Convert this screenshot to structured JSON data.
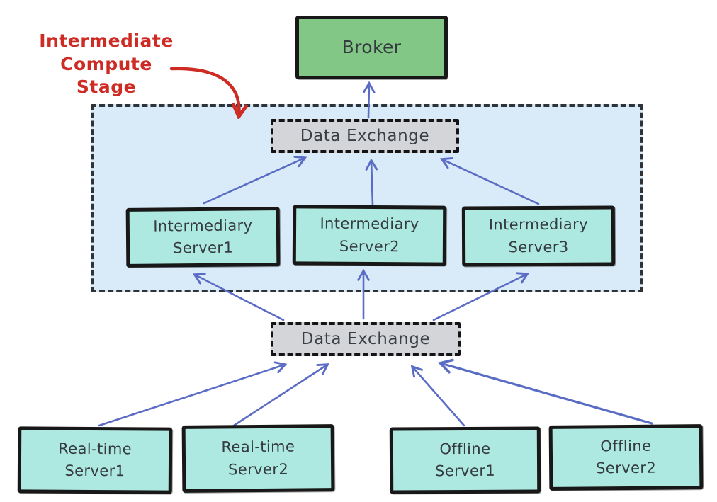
{
  "annotation": {
    "lines": [
      "Intermediate",
      "Compute",
      "Stage"
    ]
  },
  "container": {
    "name": "intermediate-compute-stage"
  },
  "nodes": {
    "broker": {
      "label": "Broker"
    },
    "data_exchange_upper": {
      "label": "Data Exchange"
    },
    "data_exchange_lower": {
      "label": "Data Exchange"
    },
    "intermediary_server_1": {
      "lines": [
        "Intermediary",
        "Server1"
      ]
    },
    "intermediary_server_2": {
      "lines": [
        "Intermediary",
        "Server2"
      ]
    },
    "intermediary_server_3": {
      "lines": [
        "Intermediary",
        "Server3"
      ]
    },
    "real_time_server_1": {
      "lines": [
        "Real-time",
        "Server1"
      ]
    },
    "real_time_server_2": {
      "lines": [
        "Real-time",
        "Server2"
      ]
    },
    "offline_server_1": {
      "lines": [
        "Offline",
        "Server1"
      ]
    },
    "offline_server_2": {
      "lines": [
        "Offline",
        "Server2"
      ]
    }
  },
  "edges": [
    {
      "from": "data-exchange-upper",
      "to": "broker"
    },
    {
      "from": "intermediary-server-1",
      "to": "data-exchange-upper"
    },
    {
      "from": "intermediary-server-2",
      "to": "data-exchange-upper"
    },
    {
      "from": "intermediary-server-3",
      "to": "data-exchange-upper"
    },
    {
      "from": "data-exchange-lower",
      "to": "intermediary-server-1"
    },
    {
      "from": "data-exchange-lower",
      "to": "intermediary-server-2"
    },
    {
      "from": "data-exchange-lower",
      "to": "intermediary-server-3"
    },
    {
      "from": "real-time-server-1",
      "to": "data-exchange-lower"
    },
    {
      "from": "real-time-server-2",
      "to": "data-exchange-lower"
    },
    {
      "from": "offline-server-1",
      "to": "data-exchange-lower"
    },
    {
      "from": "offline-server-2",
      "to": "data-exchange-lower"
    },
    {
      "from": "annotation-intermediate-compute-stage",
      "to": "intermediate-compute-stage"
    }
  ],
  "colors": {
    "arrow": "#5a6cc4",
    "annotation_red": "#cd2b24",
    "node_border": "#181818",
    "container_fill": "#d9eaf8",
    "container_border": "#2e3338",
    "teal_fill": "#aee9e1",
    "green_fill": "#82c785",
    "gray_fill": "#d3d5d8",
    "text": "#343a40",
    "background": "#ffffff"
  }
}
